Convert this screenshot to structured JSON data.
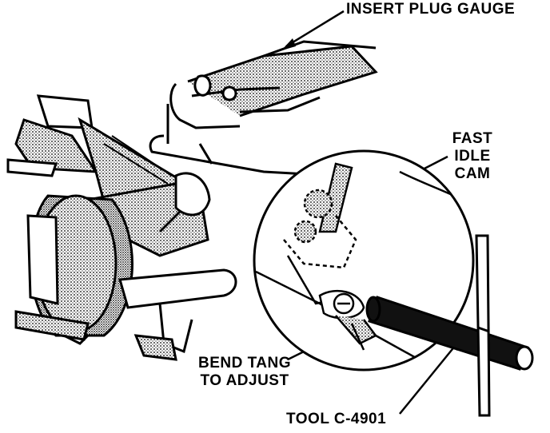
{
  "labels": {
    "insert_plug_gauge": "INSERT PLUG GAUGE",
    "fast_idle_cam": [
      "FAST",
      "IDLE",
      "CAM"
    ],
    "bend_tang": [
      "BEND TANG",
      "TO ADJUST"
    ],
    "tool": "TOOL C-4901"
  },
  "colors": {
    "ink": "#000000",
    "paper": "#ffffff",
    "stipple": "#9a9a9a"
  }
}
